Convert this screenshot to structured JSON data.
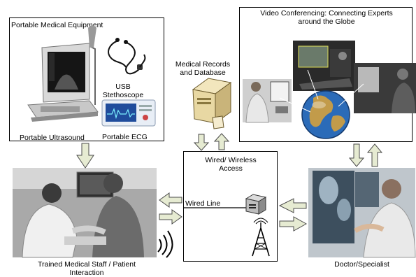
{
  "equipment_box": {
    "title": "Portable Medical Equipment",
    "usb_stethoscope": "USB\nStethoscope",
    "portable_ultrasound": "Portable Ultrasound",
    "portable_ecg": "Portable ECG"
  },
  "records": {
    "label": "Medical Records\nand Database"
  },
  "video_box": {
    "title": "Video Conferencing: Connecting Experts\naround the Globe"
  },
  "access_box": {
    "title": "Wired/ Wireless\nAccess",
    "wired_line": "Wired Line"
  },
  "staff": {
    "caption": "Trained Medical Staff / Patient\nInteraction"
  },
  "doctor": {
    "caption": "Doctor/Specialist"
  },
  "colors": {
    "arrow_fill": "#e6ebd2",
    "arrow_stroke": "#4b4b4b",
    "earth_blue": "#2b6bb8",
    "earth_land": "#c29b4a"
  }
}
